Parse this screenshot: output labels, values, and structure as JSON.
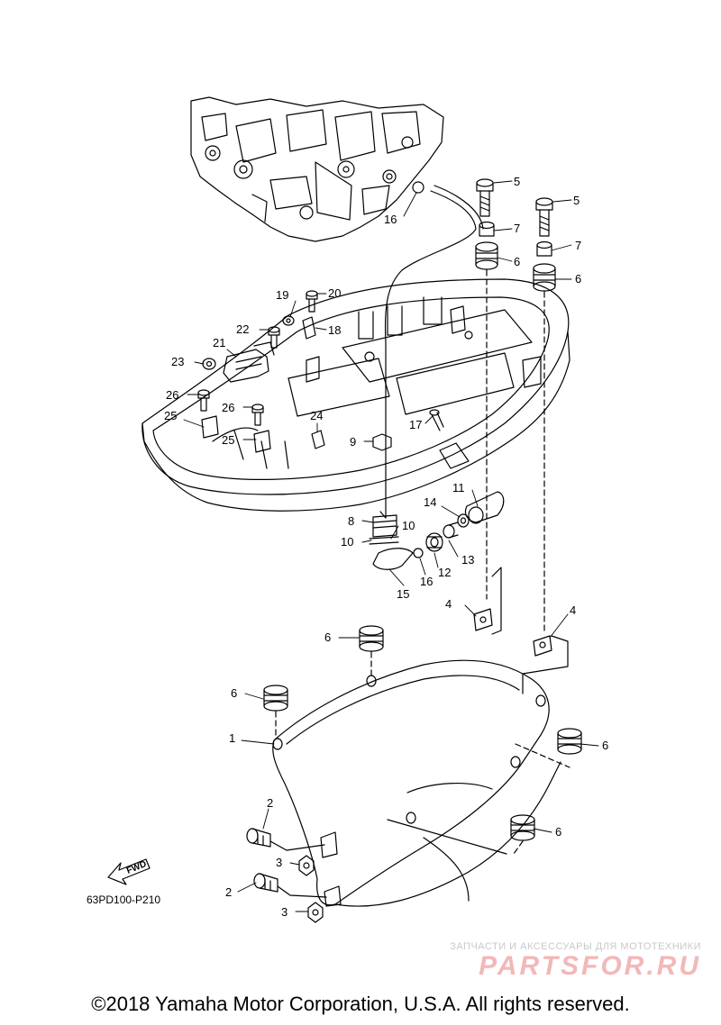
{
  "callouts": [
    {
      "id": "c5a",
      "text": "5"
    },
    {
      "id": "c5b",
      "text": "5"
    },
    {
      "id": "c7a",
      "text": "7"
    },
    {
      "id": "c7b",
      "text": "7"
    },
    {
      "id": "c6a",
      "text": "6"
    },
    {
      "id": "c6b",
      "text": "6"
    },
    {
      "id": "c16a",
      "text": "16"
    },
    {
      "id": "c20",
      "text": "20"
    },
    {
      "id": "c19",
      "text": "19"
    },
    {
      "id": "c18",
      "text": "18"
    },
    {
      "id": "c22",
      "text": "22"
    },
    {
      "id": "c21",
      "text": "21"
    },
    {
      "id": "c23",
      "text": "23"
    },
    {
      "id": "c26a",
      "text": "26"
    },
    {
      "id": "c26b",
      "text": "26"
    },
    {
      "id": "c24",
      "text": "24"
    },
    {
      "id": "c25a",
      "text": "25"
    },
    {
      "id": "c25b",
      "text": "25"
    },
    {
      "id": "c9",
      "text": "9"
    },
    {
      "id": "c17",
      "text": "17"
    },
    {
      "id": "c11",
      "text": "11"
    },
    {
      "id": "c14",
      "text": "14"
    },
    {
      "id": "c8",
      "text": "8"
    },
    {
      "id": "c10a",
      "text": "10"
    },
    {
      "id": "c10b",
      "text": "10"
    },
    {
      "id": "c13",
      "text": "13"
    },
    {
      "id": "c12",
      "text": "12"
    },
    {
      "id": "c16b",
      "text": "16"
    },
    {
      "id": "c15",
      "text": "15"
    },
    {
      "id": "c4a",
      "text": "4"
    },
    {
      "id": "c4b",
      "text": "4"
    },
    {
      "id": "c6c",
      "text": "6"
    },
    {
      "id": "c6d",
      "text": "6"
    },
    {
      "id": "c1",
      "text": "1"
    },
    {
      "id": "c6e",
      "text": "6"
    },
    {
      "id": "c6f",
      "text": "6"
    },
    {
      "id": "c2a",
      "text": "2"
    },
    {
      "id": "c3a",
      "text": "3"
    },
    {
      "id": "c2b",
      "text": "2"
    },
    {
      "id": "c3b",
      "text": "3"
    }
  ],
  "fwd_label": "FWD",
  "diagram_code": "63PD100-P210",
  "watermark": {
    "tagline": "ЗАПЧАСТИ И АКСЕССУАРЫ ДЛЯ МОТОТЕХНИКИ",
    "logo": "PARTSFOR.RU"
  },
  "copyright": "©2018 Yamaha Motor Corporation, U.S.A. All rights reserved."
}
